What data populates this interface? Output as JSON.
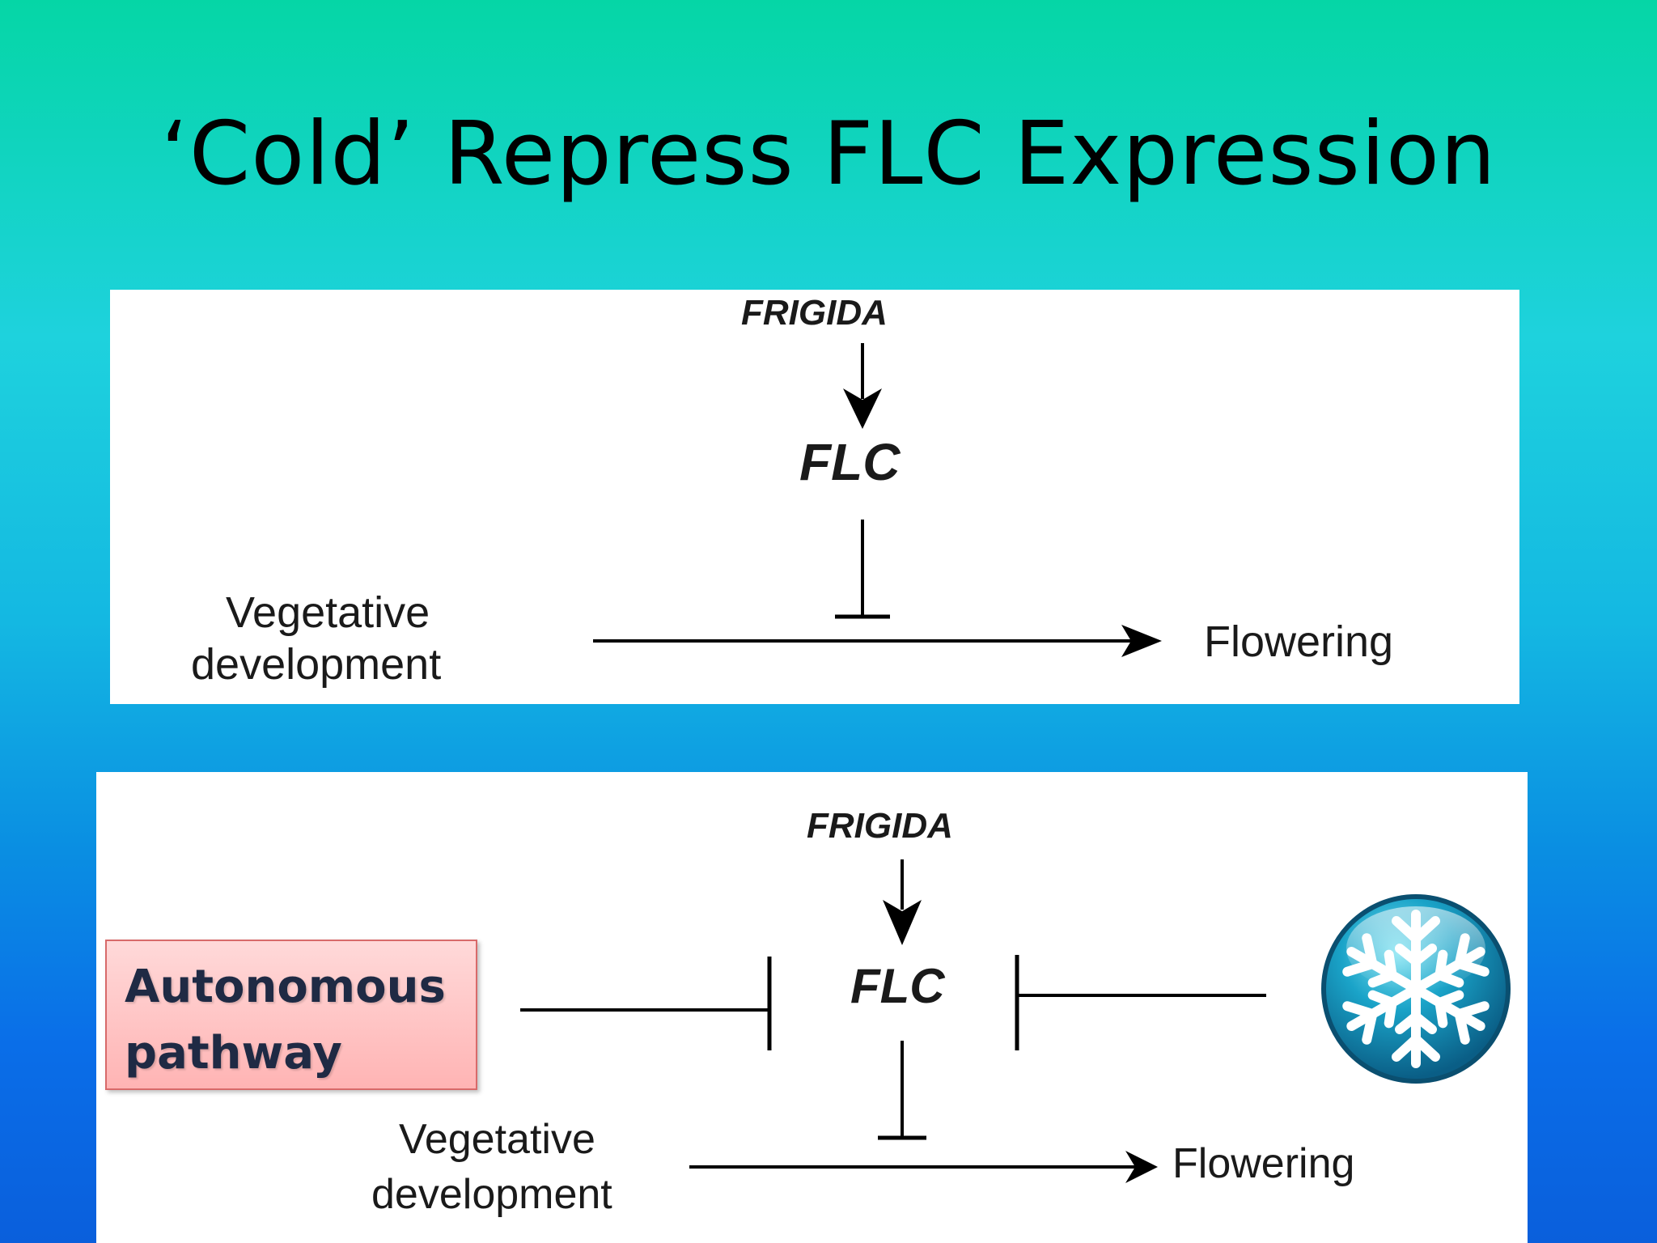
{
  "slide": {
    "title": "‘Cold’ Repress FLC Expression"
  },
  "top_diagram": {
    "frigida": "FRIGIDA",
    "flc": "FLC",
    "vegetative_line1": "Vegetative",
    "vegetative_line2": "development",
    "flowering": "Flowering"
  },
  "bottom_diagram": {
    "frigida": "FRIGIDA",
    "flc": "FLC",
    "vegetative_line1": "Vegetative",
    "vegetative_line2": "development",
    "flowering": "Flowering",
    "autonomous_pathway": "Autonomous\npathway",
    "cold_icon": "snowflake-icon"
  },
  "colors": {
    "background_top": "#05d6a6",
    "background_bottom": "#0a5fdc",
    "autonomous_box": "#ffc4c4",
    "snowflake_badge": "#1aa3c8"
  }
}
